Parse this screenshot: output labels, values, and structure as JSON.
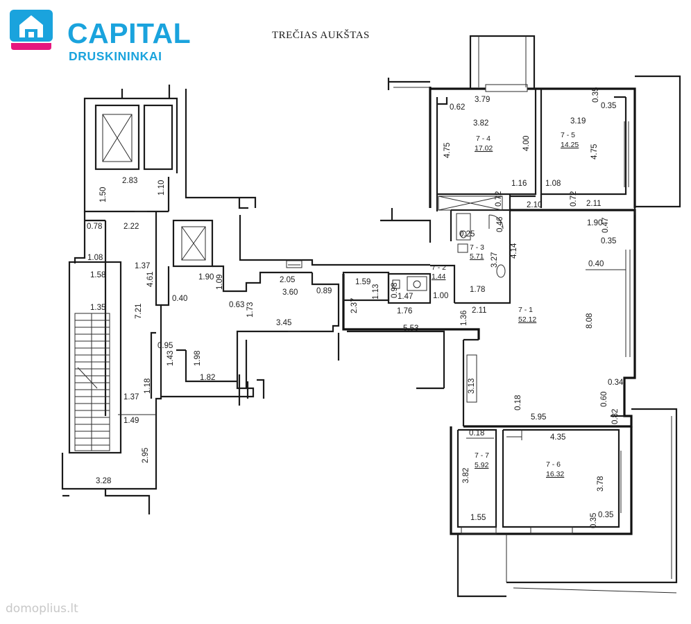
{
  "logo": {
    "brand": "CAPITAL",
    "sub": "DRUSKININKAI",
    "colors": {
      "blue": "#1aa3dd",
      "pink": "#e6177e"
    }
  },
  "title": "TREČIAS AUKŠTAS",
  "watermark": "domoplius.lt",
  "rooms": {
    "r71": {
      "id": "7 - 1",
      "area": "52.12"
    },
    "r72": {
      "id": "7 - 2",
      "area": "1.44"
    },
    "r73": {
      "id": "7 - 3",
      "area": "5.71"
    },
    "r74": {
      "id": "7 - 4",
      "area": "17.02"
    },
    "r75": {
      "id": "7 - 5",
      "area": "14.25"
    },
    "r76": {
      "id": "7 - 6",
      "area": "16.32"
    },
    "r77": {
      "id": "7 - 7",
      "area": "5.92"
    }
  },
  "dims": {
    "d379": "3.79",
    "d062": "0.62",
    "d382a": "3.82",
    "d475a": "4.75",
    "d400": "4.00",
    "d319": "3.19",
    "d035a": "0.35",
    "d035b": "0.35",
    "d475b": "4.75",
    "d116": "1.16",
    "d108a": "1.08",
    "d072a": "0.72",
    "d072b": "0.72",
    "d210": "2.10",
    "d211a": "2.11",
    "d190a": "1.90",
    "d047": "0.47",
    "d035c": "0.35",
    "d040a": "0.40",
    "d025": "0.25",
    "d046": "0.46",
    "d327": "3.27",
    "d414": "4.14",
    "d178": "1.78",
    "d159": "1.59",
    "d113": "1.13",
    "d098": "0.98",
    "d147": "1.47",
    "d176": "1.76",
    "d100": "1.00",
    "d211b": "2.11",
    "d136": "1.36",
    "d808": "8.08",
    "d553": "5.53",
    "d237": "2.37",
    "d205": "2.05",
    "d360": "3.60",
    "d089": "0.89",
    "d173": "1.73",
    "d345": "3.45",
    "d063": "0.63",
    "d190b": "1.90",
    "d109": "1.09",
    "d040b": "0.40",
    "d283": "2.83",
    "d150": "1.50",
    "d110": "1.10",
    "d078": "0.78",
    "d222": "2.22",
    "d108b": "1.08",
    "d137a": "1.37",
    "d461": "4.61",
    "d158": "1.58",
    "d135": "1.35",
    "d721": "7.21",
    "d095": "0.95",
    "d143": "1.43",
    "d198": "1.98",
    "d182": "1.82",
    "d118": "1.18",
    "d137b": "1.37",
    "d149": "1.49",
    "d295": "2.95",
    "d328": "3.28",
    "d313": "3.13",
    "d018a": "0.18",
    "d595": "5.95",
    "d034": "0.34",
    "d060": "0.60",
    "d082": "0.82",
    "d018b": "0.18",
    "d435": "4.35",
    "d382b": "3.82",
    "d155": "1.55",
    "d378": "3.78",
    "d035d": "0.35",
    "d035e": "0.35"
  }
}
